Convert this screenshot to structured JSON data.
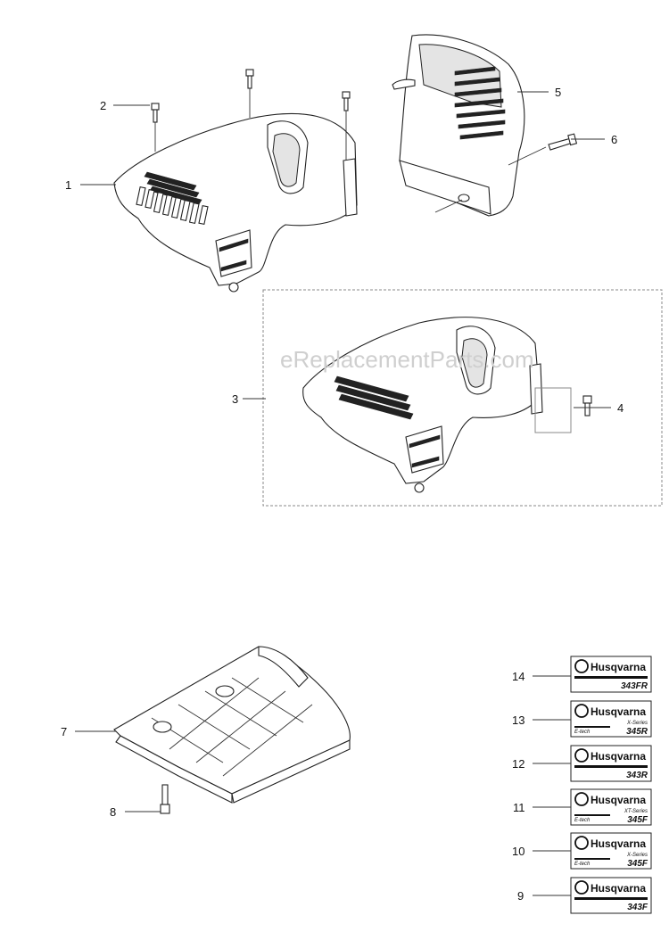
{
  "watermark": "eReplacementParts.com",
  "callouts": {
    "c1": "1",
    "c2": "2",
    "c3": "3",
    "c4": "4",
    "c5": "5",
    "c6": "6",
    "c7": "7",
    "c8": "8",
    "c9": "9",
    "c10": "10",
    "c11": "11",
    "c12": "12",
    "c13": "13",
    "c14": "14"
  },
  "decals": {
    "brand": "Husqvarna",
    "d14": {
      "model": "343FR",
      "series": "",
      "tech": ""
    },
    "d13": {
      "model": "345R",
      "series": "X-Series",
      "tech": "E-tech"
    },
    "d12": {
      "model": "343R",
      "series": "",
      "tech": ""
    },
    "d11": {
      "model": "345F",
      "series": "XT-Series",
      "tech": "E-tech"
    },
    "d10": {
      "model": "345F",
      "series": "X-Series",
      "tech": "E-tech"
    },
    "d9": {
      "model": "343F",
      "series": "",
      "tech": ""
    }
  },
  "colors": {
    "line": "#222222",
    "watermark": "#cfcfcf",
    "box": "#888888"
  }
}
